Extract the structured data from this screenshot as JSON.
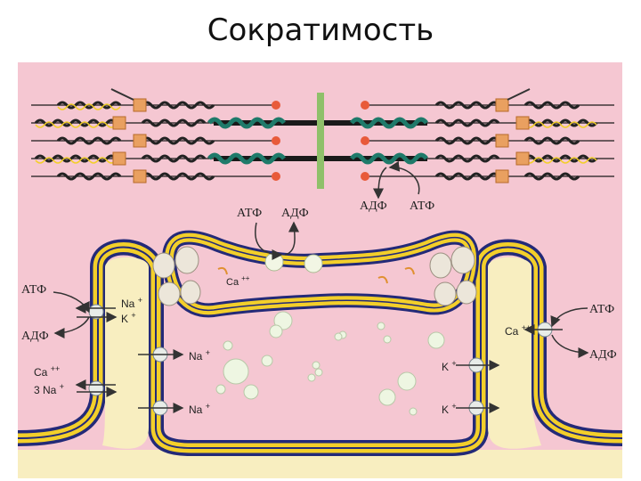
{
  "title": "Сократимость",
  "colors": {
    "cytoplasm": "#f5c7d2",
    "extracellular": "#f8eec0",
    "membrane_yellow": "#f3cf2a",
    "membrane_navy": "#232a78",
    "myosin_green": "#1f7a6a",
    "actin_black": "#1a1a1a",
    "zband": "#e9a060",
    "zline": "#8fc06a"
  },
  "labels": {
    "atp_sarcomere_left": "АТФ",
    "adp_sarcomere_left": "АДФ",
    "adp_sarcomere_right": "АДФ",
    "atp_sarcomere_right": "АТФ",
    "ca_sr": "Ca",
    "ca_sr_sup": "++",
    "atp_pump_left": "АТФ",
    "adp_pump_left": "АДФ",
    "na_pump": "Na",
    "na_pump_sup": "+",
    "k_pump": "K",
    "k_pump_sup": "+",
    "ca_exchanger": "Ca",
    "ca_exchanger_sup": "++",
    "na_exchanger": "3 Na",
    "na_exchanger_sup": "+",
    "na_channel_1": "Na",
    "na_channel_1_sup": "+",
    "na_channel_2": "Na",
    "na_channel_2_sup": "+",
    "k_channel_1": "K",
    "k_channel_1_sup": "+",
    "k_channel_2": "K",
    "k_channel_2_sup": "+",
    "atp_pump_right": "АТФ",
    "ca_pump_right": "Ca",
    "ca_pump_right_sup": "++",
    "adp_pump_right": "АДФ"
  }
}
